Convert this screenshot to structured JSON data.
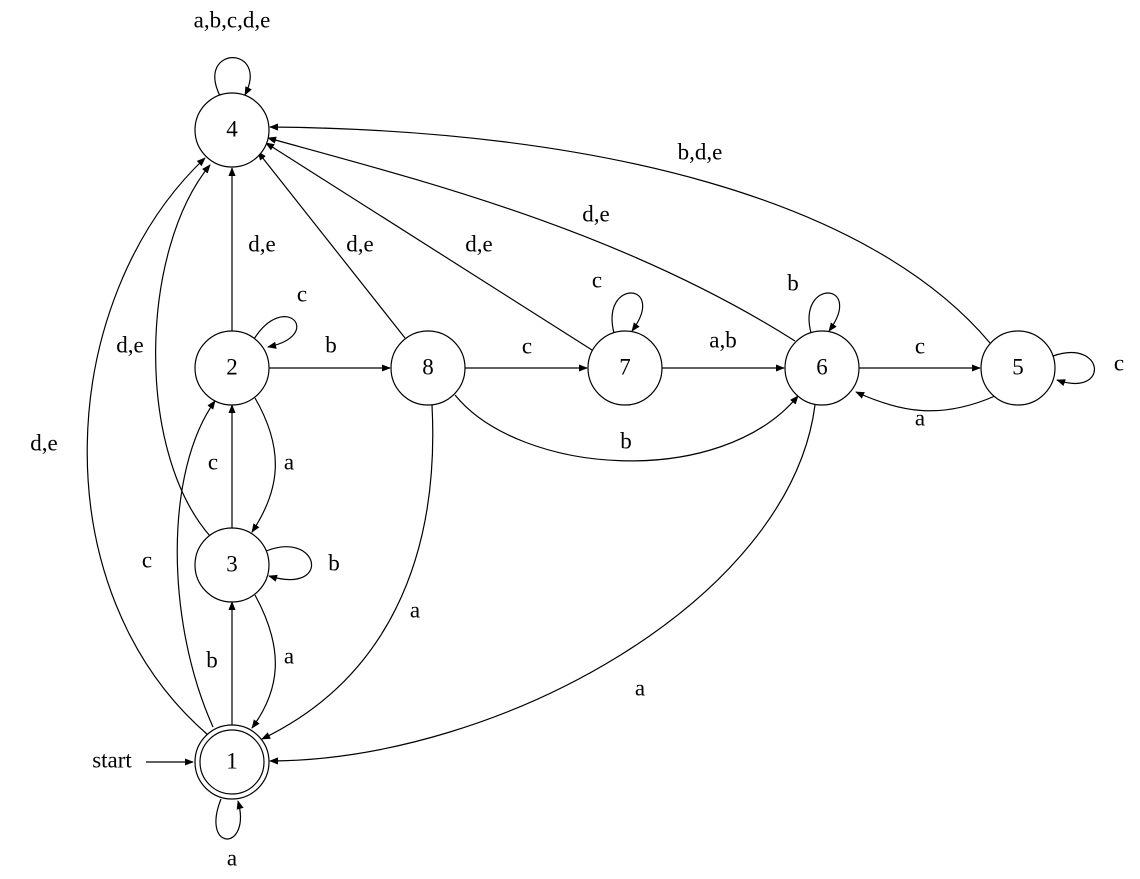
{
  "start_label": "start",
  "nodes": {
    "n1": "1",
    "n2": "2",
    "n3": "3",
    "n4": "4",
    "n5": "5",
    "n6": "6",
    "n7": "7",
    "n8": "8"
  },
  "accepting": [
    "1"
  ],
  "edges": [
    {
      "from": "4",
      "to": "4",
      "label": "a,b,c,d,e"
    },
    {
      "from": "1",
      "to": "4",
      "label": "d,e"
    },
    {
      "from": "3",
      "to": "4",
      "label": "d,e"
    },
    {
      "from": "2",
      "to": "4",
      "label": "d,e"
    },
    {
      "from": "8",
      "to": "4",
      "label": "d,e"
    },
    {
      "from": "7",
      "to": "4",
      "label": "d,e"
    },
    {
      "from": "6",
      "to": "4",
      "label": "d,e"
    },
    {
      "from": "5",
      "to": "4",
      "label": "b,d,e"
    },
    {
      "from": "2",
      "to": "2",
      "label": "c"
    },
    {
      "from": "2",
      "to": "8",
      "label": "b"
    },
    {
      "from": "2",
      "to": "3",
      "label": "a"
    },
    {
      "from": "3",
      "to": "2",
      "label": "c"
    },
    {
      "from": "1",
      "to": "2",
      "label": "c"
    },
    {
      "from": "3",
      "to": "3",
      "label": "b"
    },
    {
      "from": "1",
      "to": "3",
      "label": "b"
    },
    {
      "from": "3",
      "to": "1",
      "label": "a"
    },
    {
      "from": "8",
      "to": "7",
      "label": "c"
    },
    {
      "from": "8",
      "to": "1",
      "label": "a"
    },
    {
      "from": "8",
      "to": "6",
      "label": "b"
    },
    {
      "from": "7",
      "to": "7",
      "label": "c"
    },
    {
      "from": "7",
      "to": "6",
      "label": "a,b"
    },
    {
      "from": "6",
      "to": "6",
      "label": "b"
    },
    {
      "from": "6",
      "to": "5",
      "label": "c"
    },
    {
      "from": "5",
      "to": "6",
      "label": "a"
    },
    {
      "from": "5",
      "to": "5",
      "label": "c"
    },
    {
      "from": "6",
      "to": "1",
      "label": "a"
    },
    {
      "from": "1",
      "to": "1",
      "label": "a"
    }
  ]
}
